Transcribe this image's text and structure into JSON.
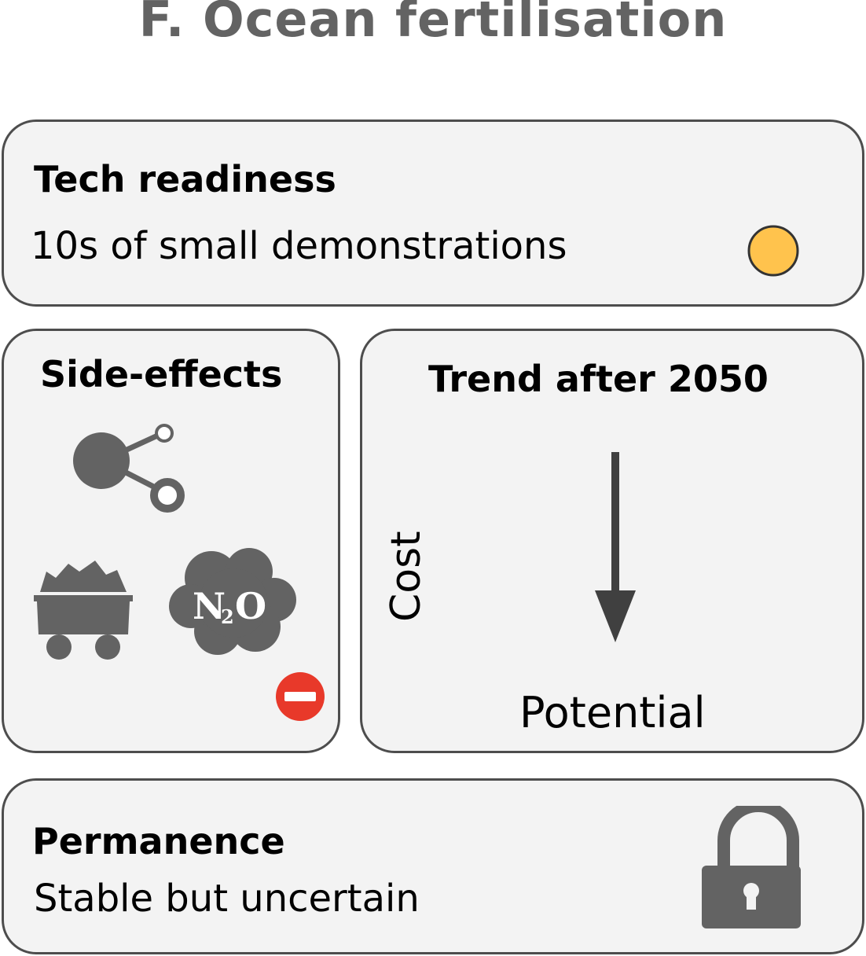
{
  "title": "F. Ocean fertilisation",
  "tech_readiness": {
    "heading": "Tech readiness",
    "description": "10s of small demonstrations",
    "indicator_color": "#FFC34D",
    "indicator_icon": "yellow-circle"
  },
  "side_effects": {
    "heading": "Side-effects",
    "icons": [
      "nutrient-network-icon",
      "mining-cart-icon",
      "n2o-cloud-icon",
      "negative-sign-icon"
    ],
    "n2o_label": "N",
    "n2o_sub": "2",
    "n2o_o": "O",
    "negative_color": "#E8392A"
  },
  "trend": {
    "heading": "Trend after 2050",
    "y_label": "Cost",
    "x_label": "Potential",
    "arrow_direction": "down"
  },
  "permanence": {
    "heading": "Permanence",
    "description": "Stable but uncertain",
    "icon": "unlocked-padlock-icon"
  },
  "colors": {
    "icon_gray": "#636363",
    "panel_bg": "#f3f3f3",
    "border": "#4d4d4d"
  }
}
